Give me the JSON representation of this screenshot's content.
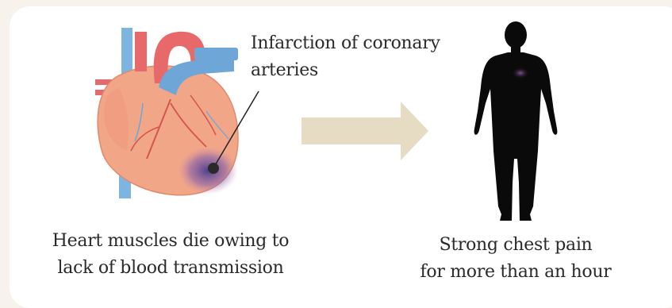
{
  "callout": {
    "line1": "Infarction of coronary",
    "line2": "arteries"
  },
  "left_caption": {
    "line1": "Heart muscles die owing to",
    "line2": "lack of blood transmission"
  },
  "right_caption": {
    "line1": "Strong chest pain",
    "line2": "for more than an hour"
  },
  "colors": {
    "background": "#f7f3ec",
    "panel": "#ffffff",
    "arrow": "#e6dcc4",
    "heart_muscle": "#f2a688",
    "aorta": "#e8696a",
    "vein": "#6fa6d8",
    "infarct": "#4a3a9a",
    "silhouette": "#0a0a0a"
  },
  "icons": {
    "heart": "heart-illustration",
    "arrow": "right-arrow",
    "body": "human-silhouette"
  }
}
